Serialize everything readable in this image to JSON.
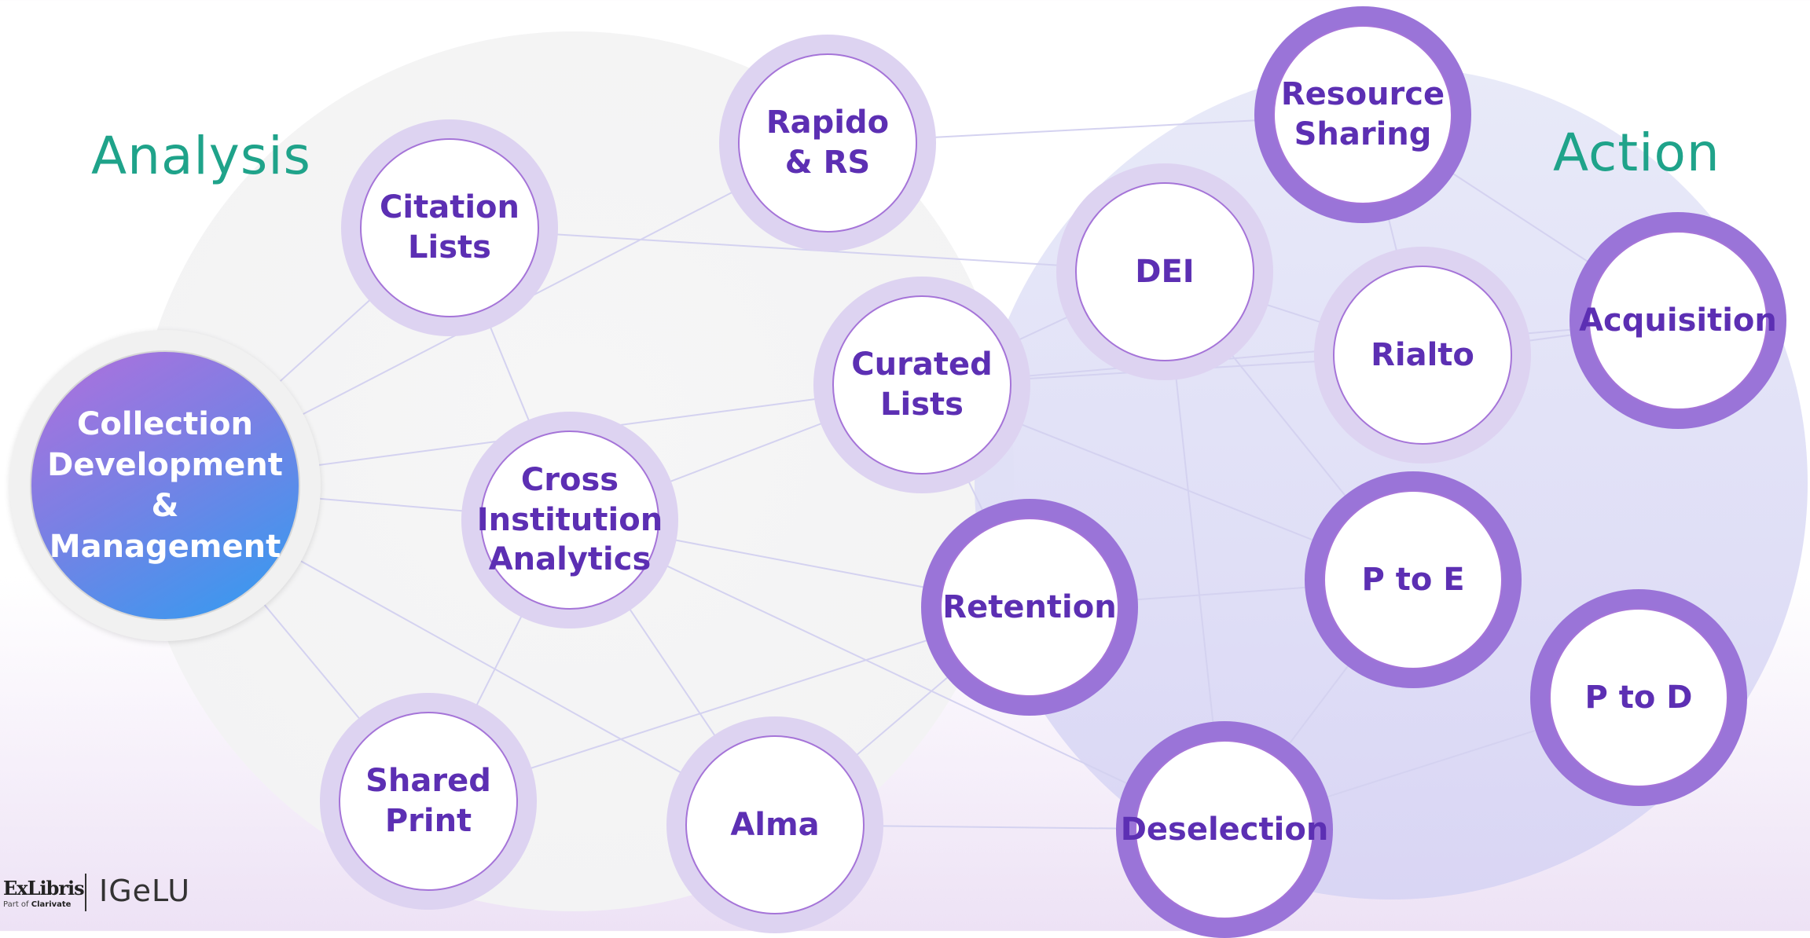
{
  "zones": {
    "analysis": "Analysis",
    "action": "Action"
  },
  "hub": {
    "lines": [
      "Collection",
      "Development",
      "&",
      "Management"
    ]
  },
  "nodes": {
    "citation_lists": "Citation\nLists",
    "rapido_rs": "Rapido\n& RS",
    "curated_lists": "Curated\nLists",
    "cross_institution_analytics": "Cross\nInstitution\nAnalytics",
    "shared_print": "Shared\nPrint",
    "alma": "Alma",
    "retention": "Retention",
    "resource_sharing": "Resource\nSharing",
    "dei": "DEI",
    "rialto": "Rialto",
    "acquisition": "Acquisition",
    "p_to_e": "P to E",
    "p_to_d": "P to D",
    "deselection": "Deselection"
  },
  "footer": {
    "exlibris": "ExLibris",
    "exlibris_sub": "Part of",
    "clarivate": "Clarivate",
    "igelu": "IGeLU"
  },
  "colors": {
    "zone_label": "#1fa38a",
    "node_text": "#5c2fb3",
    "analysis_ring": "#ddd3f1",
    "action_ring": "#9a74d8",
    "edge": "#d4d2f0"
  }
}
